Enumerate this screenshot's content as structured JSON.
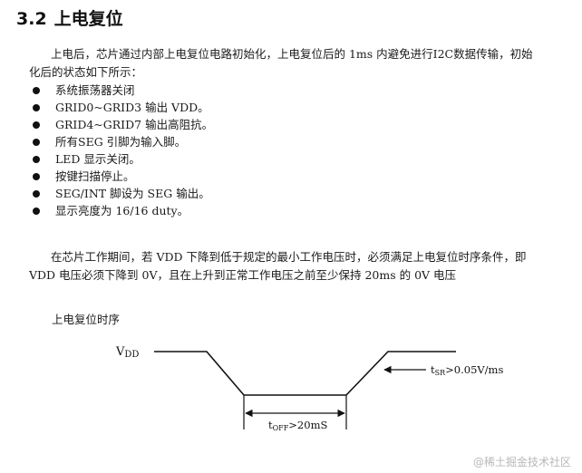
{
  "section": {
    "number": "3.2",
    "title": "上电复位"
  },
  "intro": "上电后，芯片通过内部上电复位电路初始化，上电复位后的 1ms 内避免进行I2C数据传输，初始化后的状态如下所示：",
  "states": [
    "系统振荡器关闭",
    "GRID0~GRID3 输出 VDD。",
    "GRID4~GRID7 输出高阻抗。",
    "所有SEG 引脚为输入脚。",
    "LED 显示关闭。",
    "按键扫描停止。",
    "SEG/INT 脚设为 SEG 输出。",
    "显示亮度为 16/16 duty。"
  ],
  "condition": "在芯片工作期间，若 VDD 下降到低于规定的最小工作电压时，必须满足上电复位时序条件，即VDD 电压必须下降到 0V，且在上升到正常工作电压之前至少保持 20ms 的 0V 电压",
  "diagram": {
    "title": "上电复位时序",
    "vdd_main": "V",
    "vdd_sub": "DD",
    "tsr_main": "t",
    "tsr_sub": "SR",
    "tsr_value": ">0.05V/ms",
    "toff_main": "t",
    "toff_sub": "OFF",
    "toff_value": ">20mS"
  },
  "watermark": "@稀土掘金技术社区"
}
